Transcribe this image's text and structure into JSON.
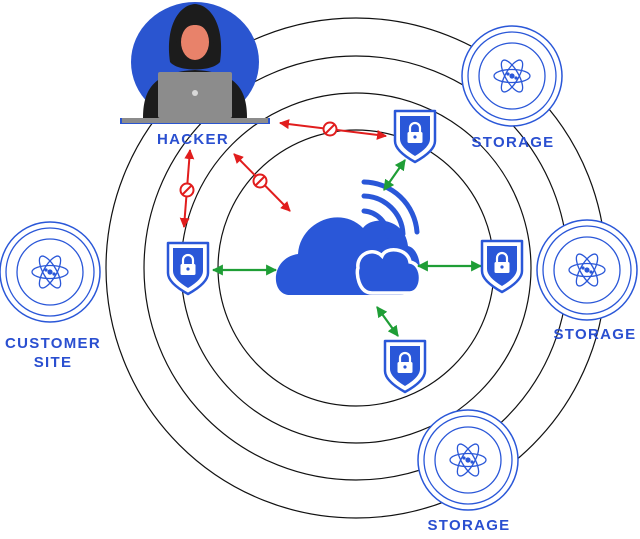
{
  "colors": {
    "accent": "#2a57d8",
    "ring": "#111111",
    "blocked": "#e11d1d",
    "allowed": "#1f9e36",
    "hacker_badge": "#2a55d0",
    "hoodie": "#1c1c1c",
    "laptop": "#8c8c8c",
    "skin": "#e8826a"
  },
  "labels": {
    "hacker": "HACKER",
    "customer_site_line1": "CUSTOMER",
    "customer_site_line2": "SITE",
    "storage_top": "STORAGE",
    "storage_right": "STORAGE",
    "storage_bottom": "STORAGE"
  },
  "icons": {
    "hacker": "hooded-hacker-laptop-icon",
    "cloud": "cloud-wifi-icon",
    "shield": "shield-lock-icon",
    "node": "atom-node-icon",
    "blocked": "no-entry-icon"
  }
}
